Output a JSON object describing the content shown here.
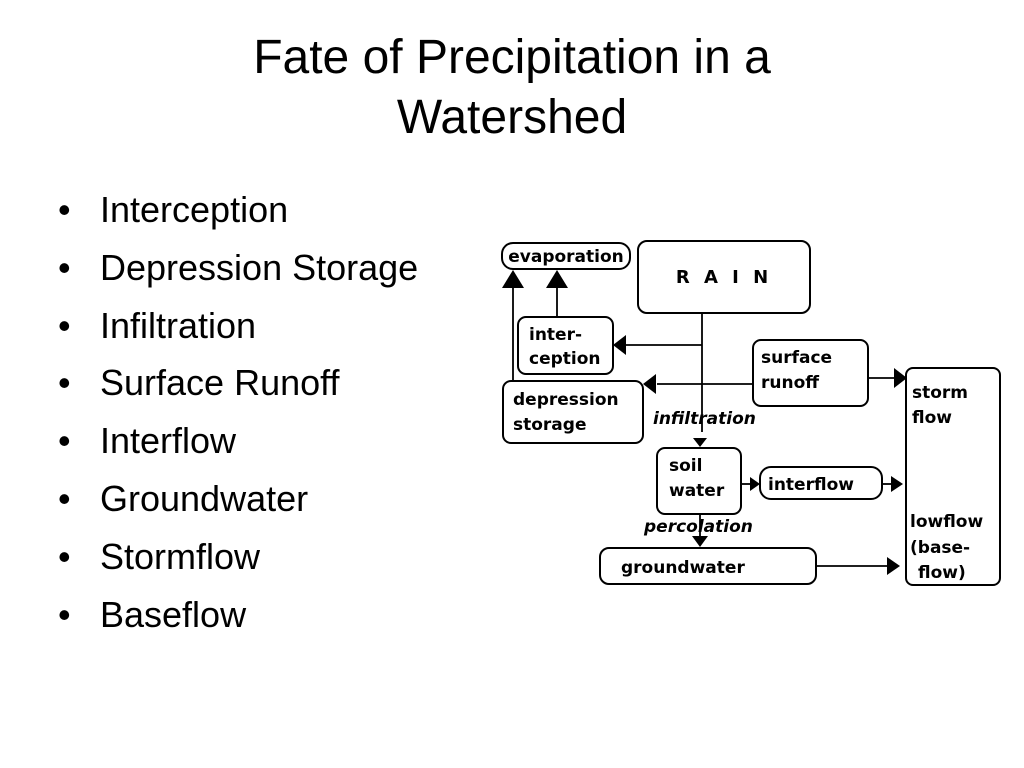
{
  "slide": {
    "title_line1": "Fate of Precipitation in a",
    "title_line2": "Watershed"
  },
  "bullets": [
    "Interception",
    "Depression Storage",
    "Infiltration",
    "Surface Runoff",
    "Interflow",
    "Groundwater",
    "Stormflow",
    "Baseflow"
  ],
  "bullet_symbol": "•",
  "diagram": {
    "rain": "R A I N",
    "evaporation": "evaporation",
    "interception": [
      "inter-",
      "ception"
    ],
    "depression_storage": [
      "depression",
      "storage"
    ],
    "surface_runoff": [
      "surface",
      "runoff"
    ],
    "infiltration": "infiltration",
    "soil_water": [
      "soil",
      "water"
    ],
    "interflow": "interflow",
    "percolation": "percolation",
    "groundwater": "groundwater",
    "storm_flow": [
      "storm",
      "flow"
    ],
    "lowflow": [
      "lowflow",
      "(base-",
      "flow)"
    ]
  }
}
